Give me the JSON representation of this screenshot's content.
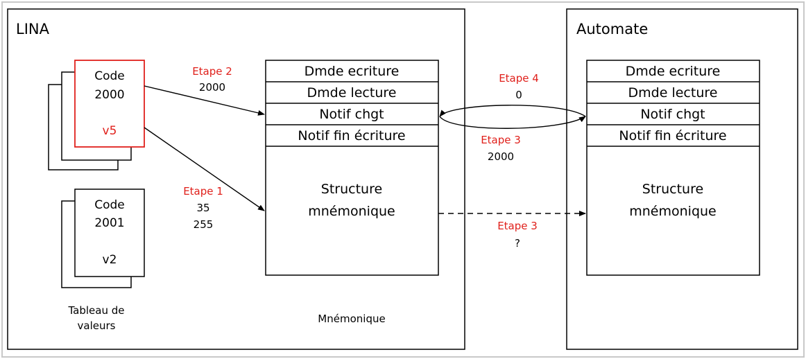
{
  "lina": {
    "title": "LINA",
    "card_top": {
      "label_line1": "Code",
      "label_line2": "2000",
      "version": "v5"
    },
    "card_bottom": {
      "label_line1": "Code",
      "label_line2": "2001",
      "version": "v2"
    },
    "table_caption_line1": "Tableau de",
    "table_caption_line2": "valeurs",
    "mnemonic_caption": "Mnémonique"
  },
  "mnemonic_left": {
    "rows": [
      "Dmde ecriture",
      "Dmde lecture",
      "Notif chgt",
      "Notif fin écriture"
    ],
    "structure_line1": "Structure",
    "structure_line2": "mnémonique"
  },
  "automate": {
    "title": "Automate",
    "rows": [
      "Dmde ecriture",
      "Dmde lecture",
      "Notif chgt",
      "Notif fin écriture"
    ],
    "structure_line1": "Structure",
    "structure_line2": "mnémonique"
  },
  "steps": {
    "etape2": {
      "label": "Etape 2",
      "value": "2000"
    },
    "etape1": {
      "label": "Etape 1",
      "value_line1": "35",
      "value_line2": "255"
    },
    "etape4": {
      "label": "Etape 4",
      "value": "0"
    },
    "etape3_top": {
      "label": "Etape 3",
      "value": "2000"
    },
    "etape3_bottom": {
      "label": "Etape 3",
      "value": "?"
    }
  },
  "colors": {
    "highlight": "#e0201b",
    "stroke": "#000000",
    "frame_shadow": "#c8c8c8"
  }
}
